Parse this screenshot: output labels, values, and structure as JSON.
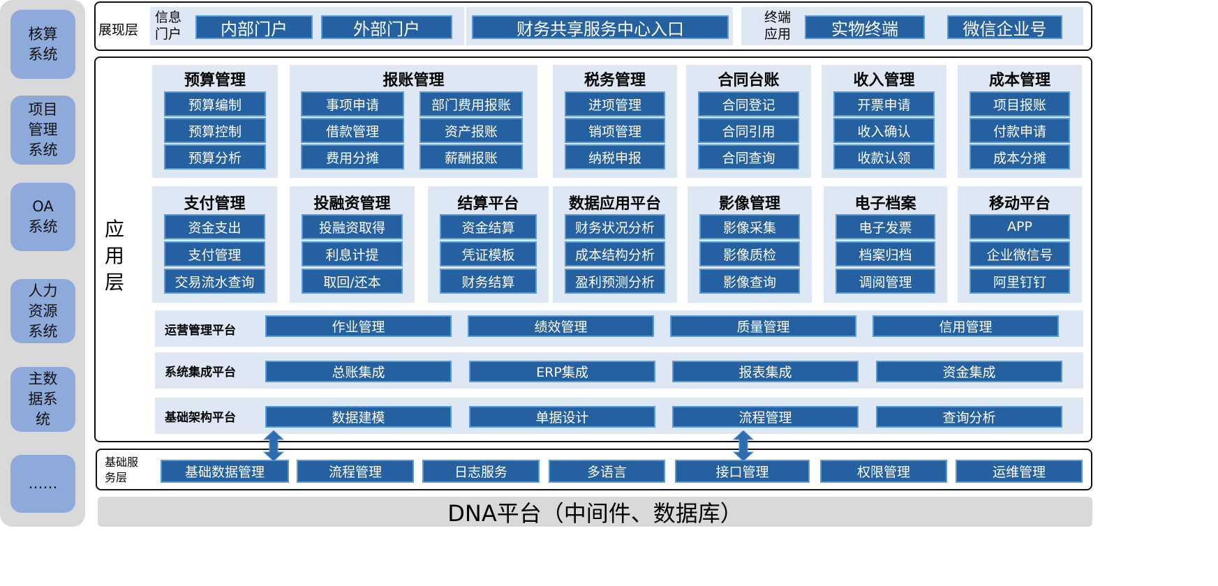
{
  "sidebar": [
    "核算\n系统",
    "项目\n管理\n系统",
    "OA\n系统",
    "人力\n资源\n系统",
    "主数\n据系\n统",
    "……"
  ],
  "presentation": {
    "label": "展现层",
    "portal_label": "信息\n门户",
    "portals": [
      "内部门户",
      "外部门户"
    ],
    "center": "财务共享服务中心入口",
    "terminal_label": "终端\n应用",
    "terminals": [
      "实物终端",
      "微信企业号"
    ]
  },
  "application": {
    "label": "应\n用\n层",
    "row1": [
      {
        "title": "预算管理",
        "items": [
          "预算编制",
          "预算控制",
          "预算分析"
        ]
      },
      {
        "title": "报账管理",
        "items": [
          "事项申请",
          "借款管理",
          "费用分摊",
          "部门费用报账",
          "资产报账",
          "薪酬报账"
        ]
      },
      {
        "title": "税务管理",
        "items": [
          "进项管理",
          "销项管理",
          "纳税申报"
        ]
      },
      {
        "title": "合同台账",
        "items": [
          "合同登记",
          "合同引用",
          "合同查询"
        ]
      },
      {
        "title": "收入管理",
        "items": [
          "开票申请",
          "收入确认",
          "收款认领"
        ]
      },
      {
        "title": "成本管理",
        "items": [
          "项目报账",
          "付款申请",
          "成本分摊"
        ]
      }
    ],
    "row2": [
      {
        "title": "支付管理",
        "items": [
          "资金支出",
          "支付管理",
          "交易流水查询"
        ]
      },
      {
        "title": "投融资管理",
        "items": [
          "投融资取得",
          "利息计提",
          "取回/还本"
        ]
      },
      {
        "title": "结算平台",
        "items": [
          "资金结算",
          "凭证模板",
          "财务结算"
        ]
      },
      {
        "title": "数据应用平台",
        "items": [
          "财务状况分析",
          "成本结构分析",
          "盈利预测分析"
        ]
      },
      {
        "title": "影像管理",
        "items": [
          "影像采集",
          "影像质检",
          "影像查询"
        ]
      },
      {
        "title": "电子档案",
        "items": [
          "电子发票",
          "档案归档",
          "调阅管理"
        ]
      },
      {
        "title": "移动平台",
        "items": [
          "APP",
          "企业微信号",
          "阿里钉钉"
        ]
      }
    ],
    "platforms": [
      {
        "label": "运营管理平台",
        "items": [
          "作业管理",
          "绩效管理",
          "质量管理",
          "信用管理"
        ]
      },
      {
        "label": "系统集成平台",
        "items": [
          "总账集成",
          "ERP集成",
          "报表集成",
          "资金集成"
        ]
      },
      {
        "label": "基础架构平台",
        "items": [
          "数据建模",
          "单据设计",
          "流程管理",
          "查询分析"
        ]
      }
    ]
  },
  "basic": {
    "label": "基础服\n务层",
    "items": [
      "基础数据管理",
      "流程管理",
      "日志服务",
      "多语言",
      "接口管理",
      "权限管理",
      "运维管理"
    ]
  },
  "dna": "DNA平台（中间件、数据库）"
}
